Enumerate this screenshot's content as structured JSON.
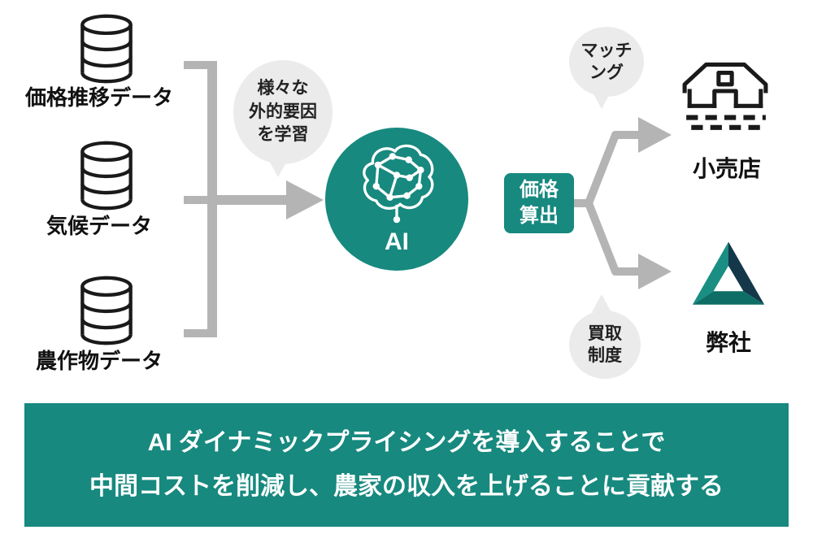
{
  "colors": {
    "teal": "#17897f",
    "teal_dark": "#14374a",
    "teal_mid": "#0e6e66",
    "arrow_gray": "#b4b4b4",
    "bubble_gray": "#ebebeb",
    "text_dark": "#111111"
  },
  "sources": [
    {
      "label": "価格推移データ"
    },
    {
      "label": "気候データ"
    },
    {
      "label": "農作物データ"
    }
  ],
  "learning_bubble": {
    "line1": "様々な",
    "line2": "外的要因",
    "line3": "を学習"
  },
  "ai": {
    "label": "AI"
  },
  "price_badge": {
    "line1": "価格",
    "line2": "算出"
  },
  "matching_bubble": {
    "line1": "マッチ",
    "line2": "ング"
  },
  "purchase_bubble": {
    "line1": "買取",
    "line2": "制度"
  },
  "retail": {
    "label": "小売店"
  },
  "company": {
    "label": "弊社"
  },
  "banner": {
    "line1": "AI ダイナミックプライシングを導入することで",
    "line2": "中間コストを削減し、農家の収入を上げることに貢献する"
  }
}
